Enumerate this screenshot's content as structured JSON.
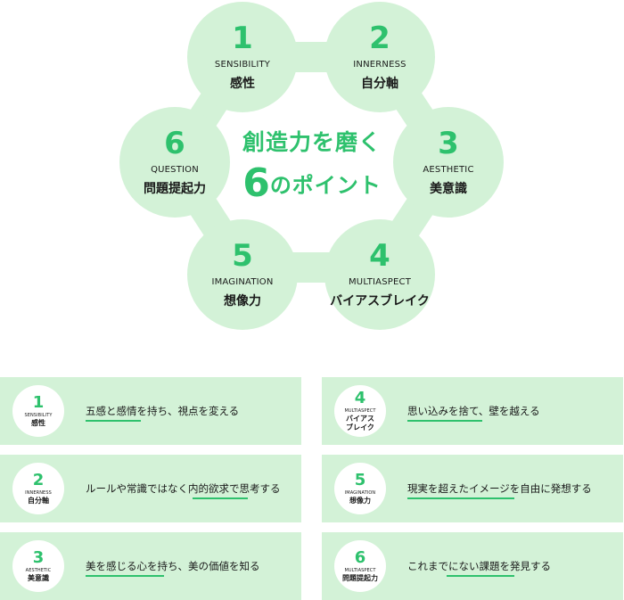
{
  "diagram": {
    "title_line1": "創造力を磨く",
    "title_big": "6",
    "title_line2": "のポイント",
    "nodes": [
      {
        "num": "1",
        "en": "SENSIBILITY",
        "ja": "感性"
      },
      {
        "num": "2",
        "en": "INNERNESS",
        "ja": "自分軸"
      },
      {
        "num": "3",
        "en": "AESTHETIC",
        "ja": "美意識"
      },
      {
        "num": "4",
        "en": "MULTIASPECT",
        "ja": "バイアスブレイク"
      },
      {
        "num": "5",
        "en": "IMAGINATION",
        "ja": "想像力"
      },
      {
        "num": "6",
        "en": "QUESTION",
        "ja": "問題提起力"
      }
    ]
  },
  "cards": [
    {
      "num": "1",
      "en": "SENSIBILITY",
      "ja": "感性",
      "desc": "五感と感情を持ち、視点を変える"
    },
    {
      "num": "4",
      "en": "MULTIASPECT",
      "ja": "バイアス\nブレイク",
      "desc": "思い込みを捨て、壁を越える"
    },
    {
      "num": "2",
      "en": "INNERNESS",
      "ja": "自分軸",
      "desc": "ルールや常識ではなく内的欲求で思考する"
    },
    {
      "num": "5",
      "en": "IMAGINATION",
      "ja": "想像力",
      "desc": "現実を超えたイメージを自由に発想する"
    },
    {
      "num": "3",
      "en": "AESTHETIC",
      "ja": "美意識",
      "desc": "美を感じる心を持ち、美の価値を知る"
    },
    {
      "num": "6",
      "en": "MULTIASPECT",
      "ja": "問題提起力",
      "desc": "これまでにない課題を発見する"
    }
  ],
  "colors": {
    "accent": "#2ec16d",
    "fill": "#d3f2d7"
  }
}
